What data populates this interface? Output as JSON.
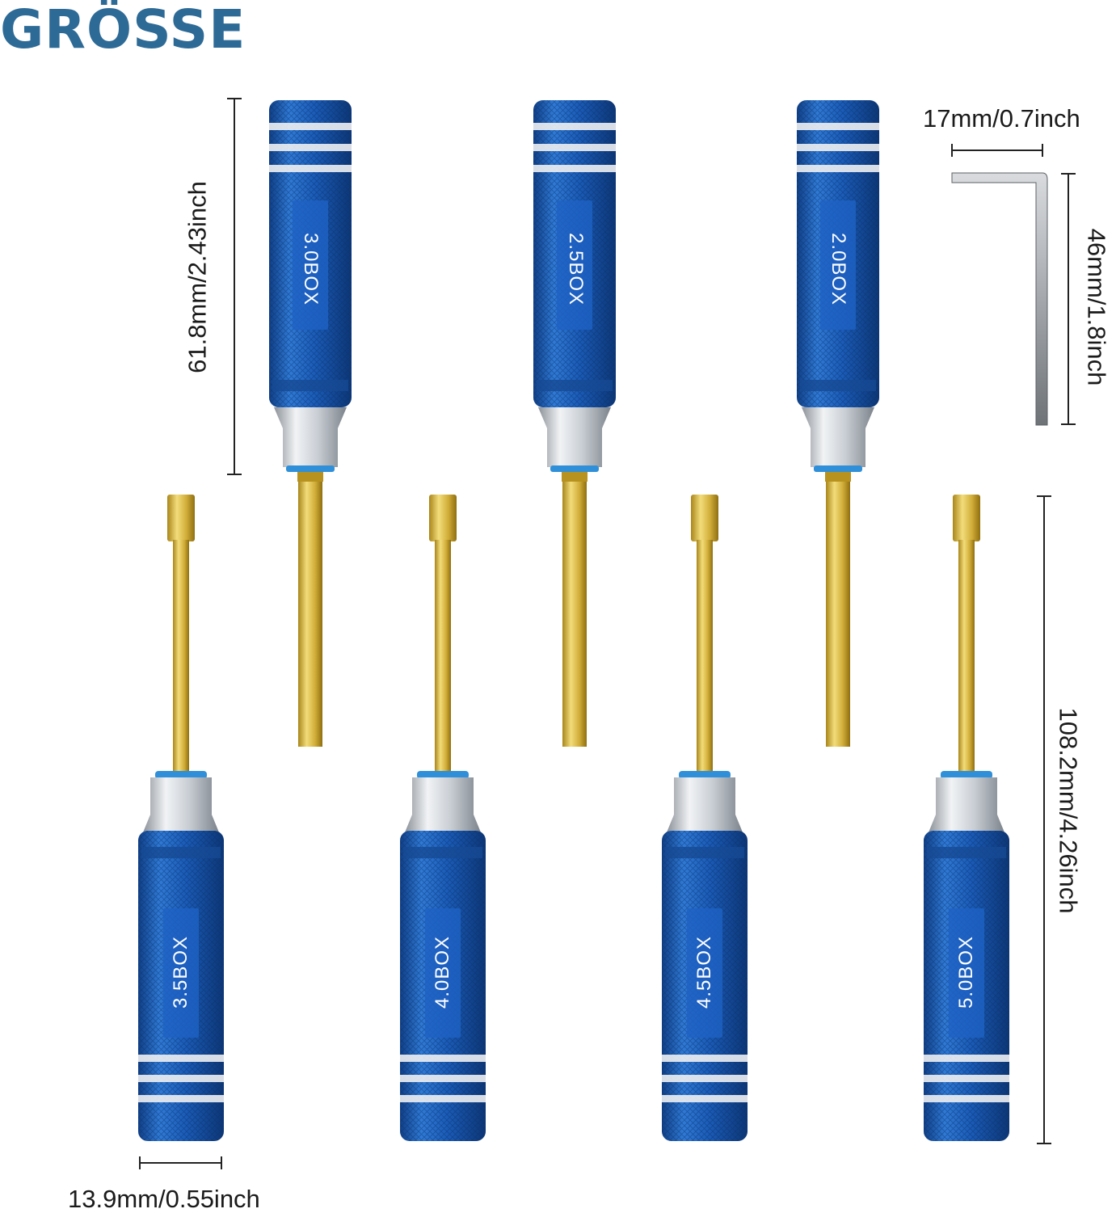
{
  "title": "GRÖSSE",
  "dimensions": {
    "handle_length": "61.8mm/2.43inch",
    "key_width": "17mm/0.7inch",
    "key_height": "46mm/1.8inch",
    "total_length": "108.2mm/4.26inch",
    "handle_diameter": "13.9mm/0.55inch"
  },
  "drivers_top": [
    {
      "label": "3.0BOX"
    },
    {
      "label": "2.5BOX"
    },
    {
      "label": "2.0BOX"
    }
  ],
  "drivers_bottom": [
    {
      "label": "3.5BOX"
    },
    {
      "label": "4.0BOX"
    },
    {
      "label": "4.5BOX"
    },
    {
      "label": "5.0BOX"
    }
  ],
  "colors": {
    "title": "#2d6a96",
    "handle": "#1f5fb8",
    "shaft": "#d4b23a",
    "metal": "#c8ccd1",
    "ring": "#e8eaec"
  }
}
